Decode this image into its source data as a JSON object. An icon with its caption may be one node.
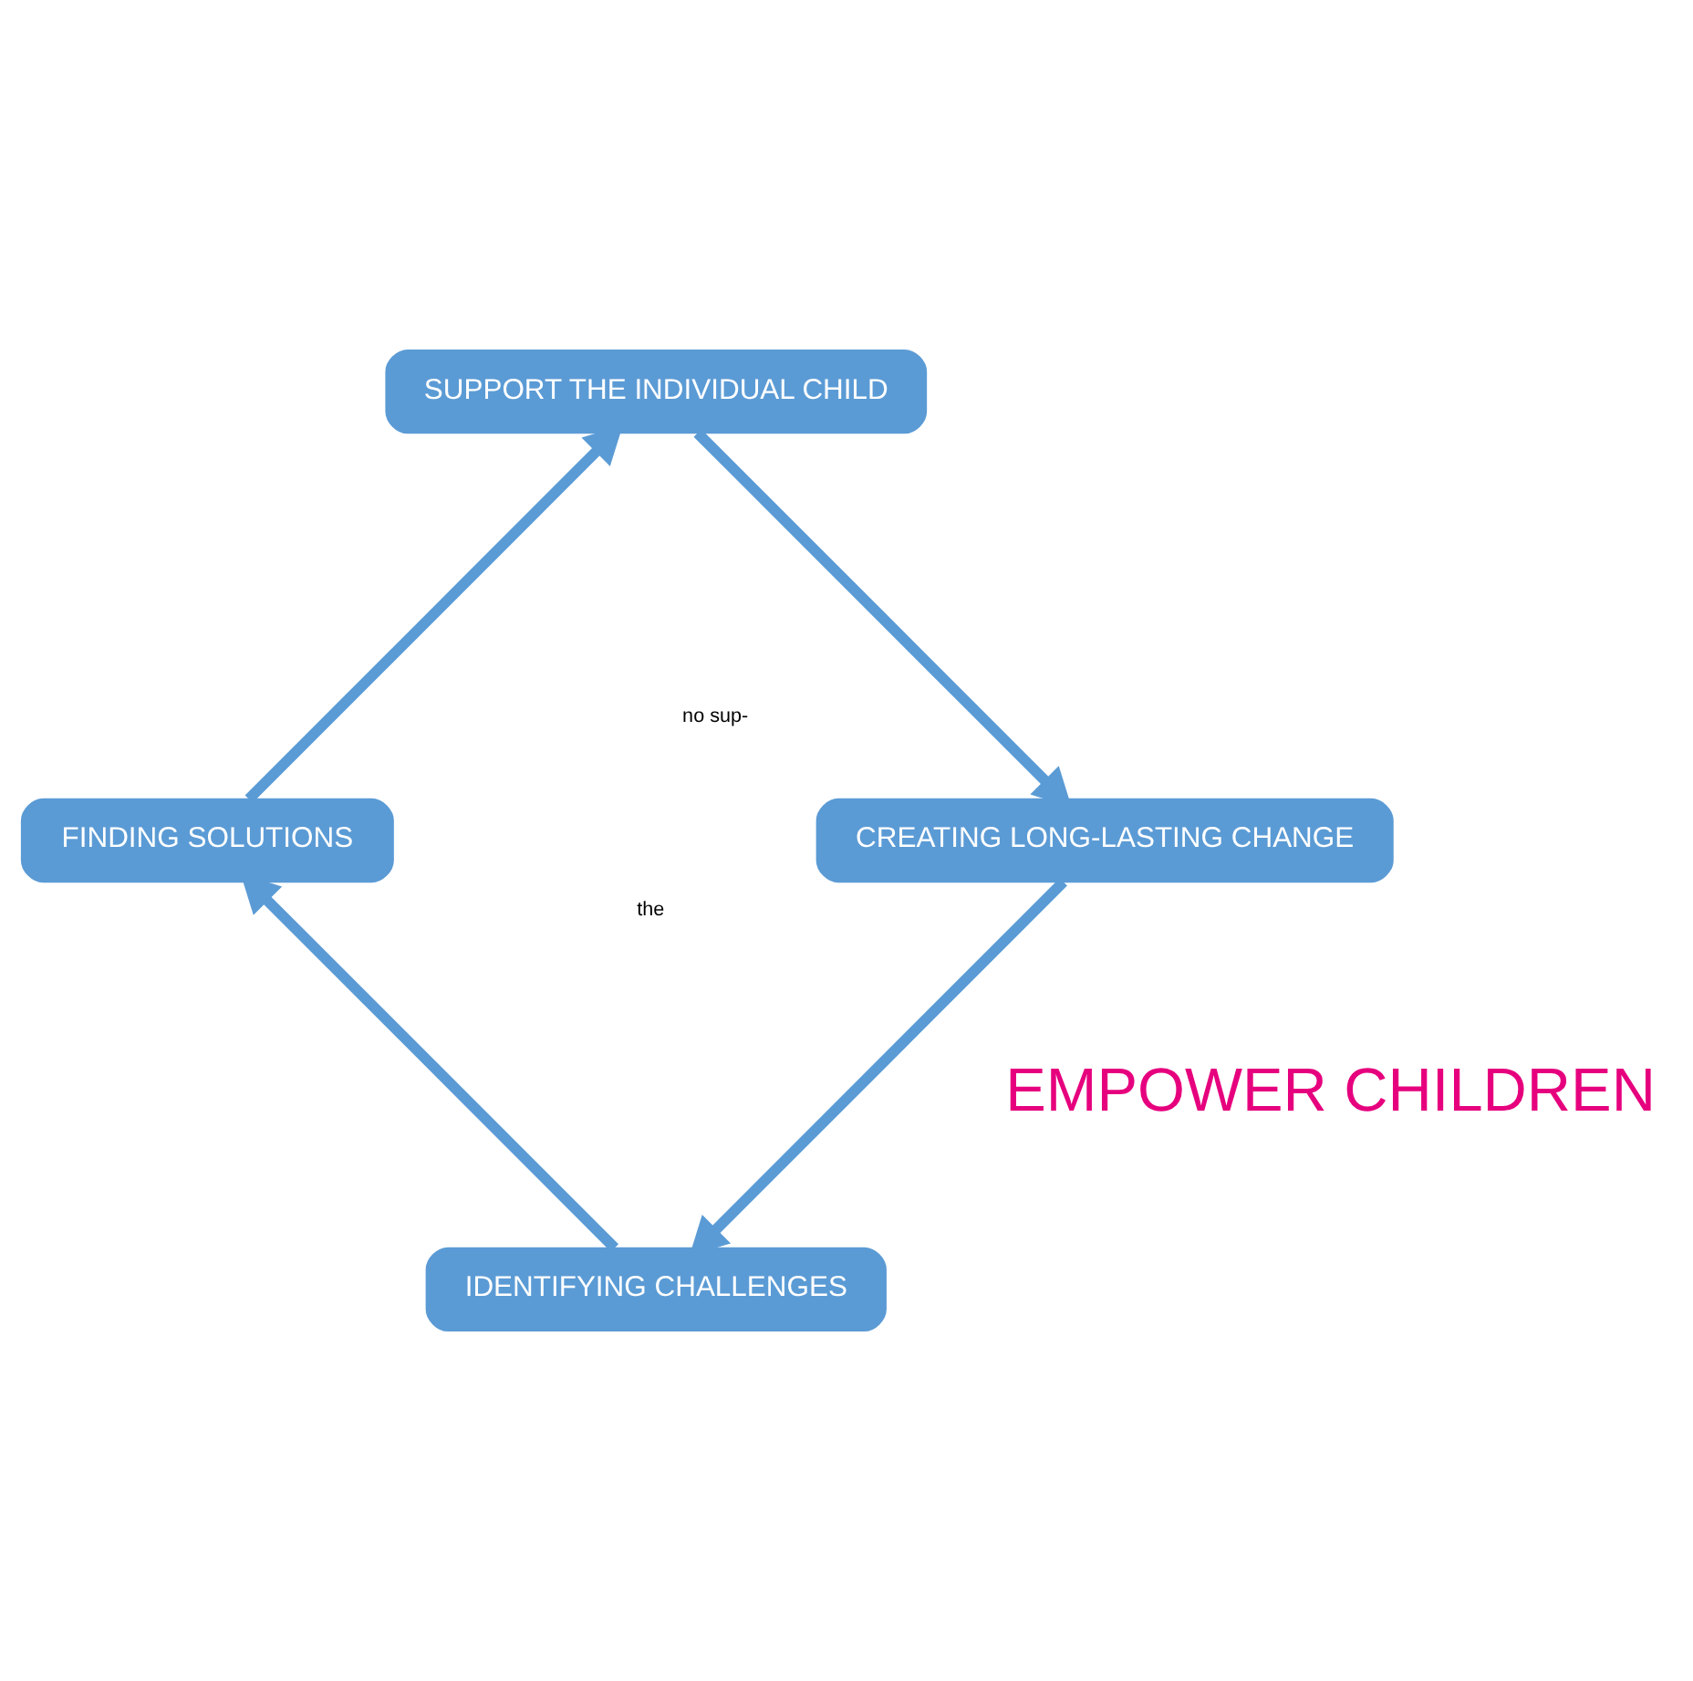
{
  "diagram": {
    "nodes": [
      {
        "text": [
          "IDENTIFYING CHALLENGES"
        ]
      },
      {
        "text": [
          "FINDING SOLUTIONS"
        ]
      },
      {
        "text": [
          "SUPPORT THE INDIVIDUAL CHILD"
        ]
      },
      {
        "text": [
          "CREATING LONG-LASTING CHANGE"
        ]
      },
      {
        "text": [
          "EMPOWER CHILDREN"
        ]
      }
    ],
    "edges": [
      {
        "from": 0,
        "to": 1,
        "arrow": "to"
      },
      {
        "from": 1,
        "to": 2,
        "arrow": "to"
      },
      {
        "from": 2,
        "to": 3,
        "arrow": "to"
      },
      {
        "from": 3,
        "to": 0,
        "arrow": "to"
      }
    ],
    "labels": [
      "no sup-",
      "the"
    ]
  }
}
